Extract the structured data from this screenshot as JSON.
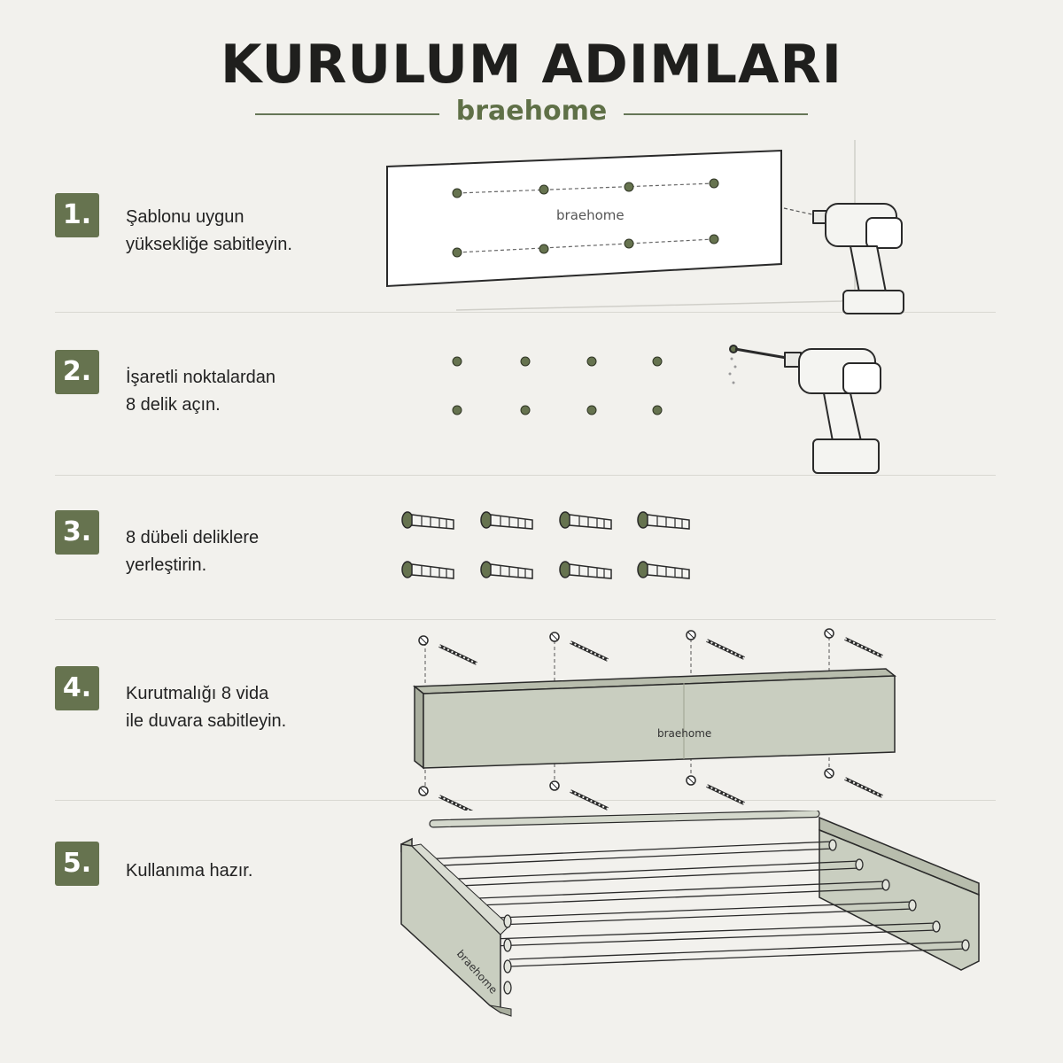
{
  "title": "KURULUM ADIMLARI",
  "brand": "braehome",
  "steps": [
    {
      "number": "1.",
      "text": "Şablonu uygun\nyüksekliğe sabitleyin."
    },
    {
      "number": "2.",
      "text": "İşaretli noktalardan\n8 delik açın."
    },
    {
      "number": "3.",
      "text": "8 dübeli deliklere\nyerleştirin."
    },
    {
      "number": "4.",
      "text": "Kurutmalığı 8 vida\nile duvara sabitleyin."
    },
    {
      "number": "5.",
      "text": "Kullanıma hazır."
    }
  ],
  "illustration_labels": {
    "template": "braehome",
    "bracket": "braehome",
    "rack": "braehome"
  },
  "colors": {
    "accent": "#66734f",
    "brand_text": "#5f7047",
    "background": "#f2f1ed",
    "product": "#c9cec0"
  }
}
